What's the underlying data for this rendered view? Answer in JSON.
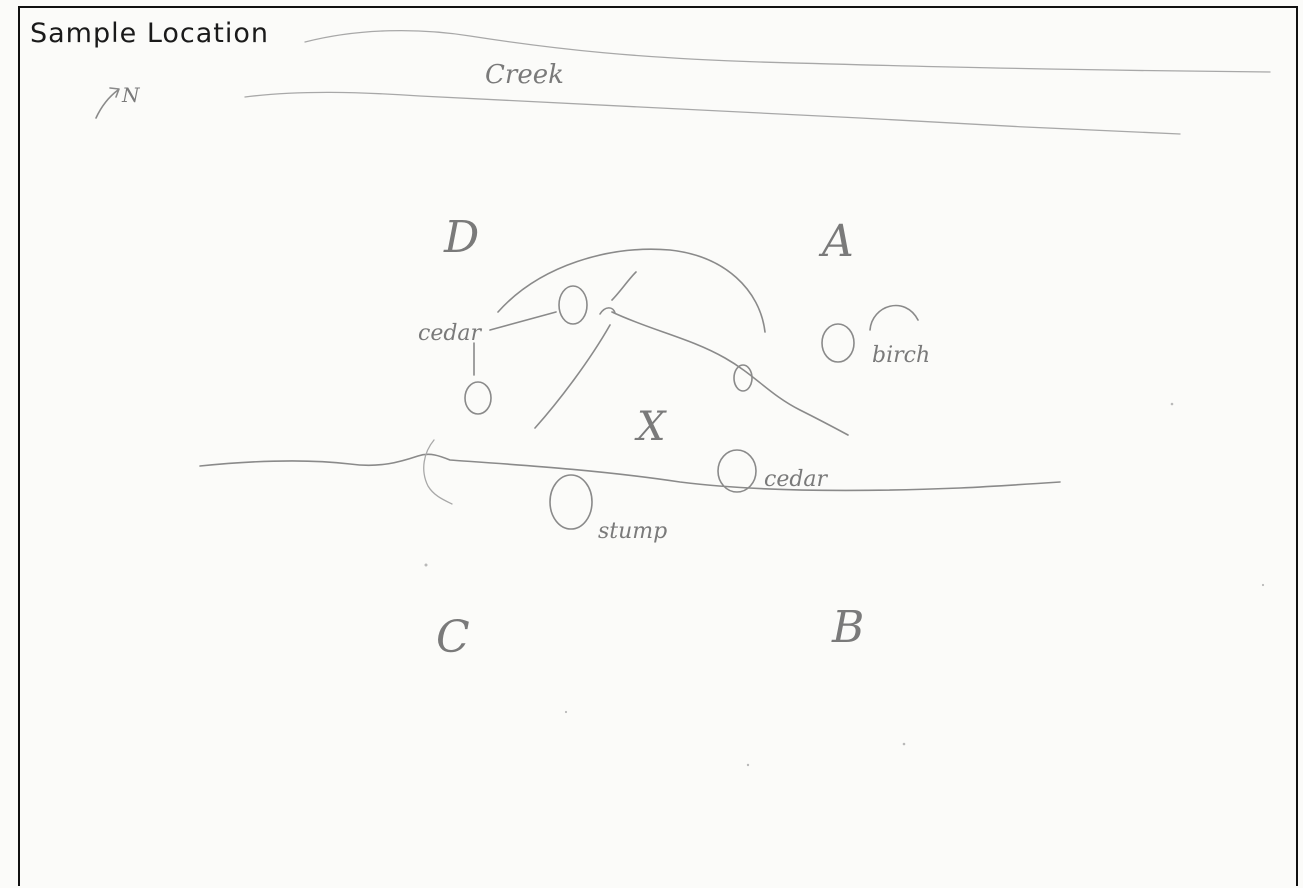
{
  "form": {
    "title": "Sample Location"
  },
  "sketch": {
    "north_label": "N",
    "creek_label": "Creek",
    "corner_labels": {
      "a": "A",
      "b": "B",
      "c": "C",
      "d": "D"
    },
    "center_label": "X",
    "tree_labels": {
      "cedar_left": "cedar",
      "birch": "birch",
      "cedar_right": "cedar",
      "stump": "stump"
    }
  }
}
